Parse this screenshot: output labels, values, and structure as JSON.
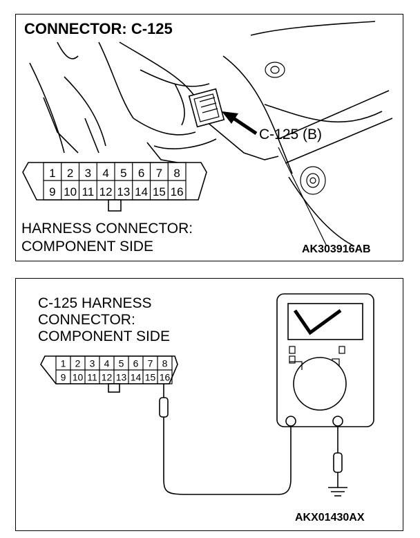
{
  "top": {
    "title": "CONNECTOR: C-125",
    "callout": "C-125 (B)",
    "caption_line1": "HARNESS CONNECTOR:",
    "caption_line2": "COMPONENT SIDE",
    "code": "AK303916AB",
    "pins_top": [
      "1",
      "2",
      "3",
      "4",
      "5",
      "6",
      "7",
      "8"
    ],
    "pins_bottom": [
      "9",
      "10",
      "11",
      "12",
      "13",
      "14",
      "15",
      "16"
    ]
  },
  "bottom": {
    "label_line1": "C-125 HARNESS",
    "label_line2": "CONNECTOR:",
    "label_line3": "COMPONENT SIDE",
    "code": "AKX01430AX",
    "pins_top": [
      "1",
      "2",
      "3",
      "4",
      "5",
      "6",
      "7",
      "8"
    ],
    "pins_bottom": [
      "9",
      "10",
      "11",
      "12",
      "13",
      "14",
      "15",
      "16"
    ]
  }
}
